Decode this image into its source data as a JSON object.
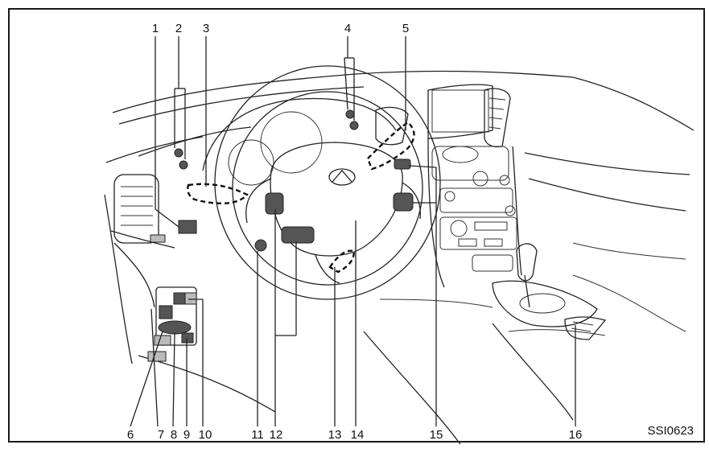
{
  "callouts": [
    "1",
    "2",
    "3",
    "4",
    "5",
    "6",
    "7",
    "8",
    "9",
    "10",
    "11",
    "12",
    "13",
    "14",
    "15",
    "16"
  ],
  "figure_code": "SSI0623",
  "icons": {
    "emblem": "infiniti-logo-icon"
  }
}
